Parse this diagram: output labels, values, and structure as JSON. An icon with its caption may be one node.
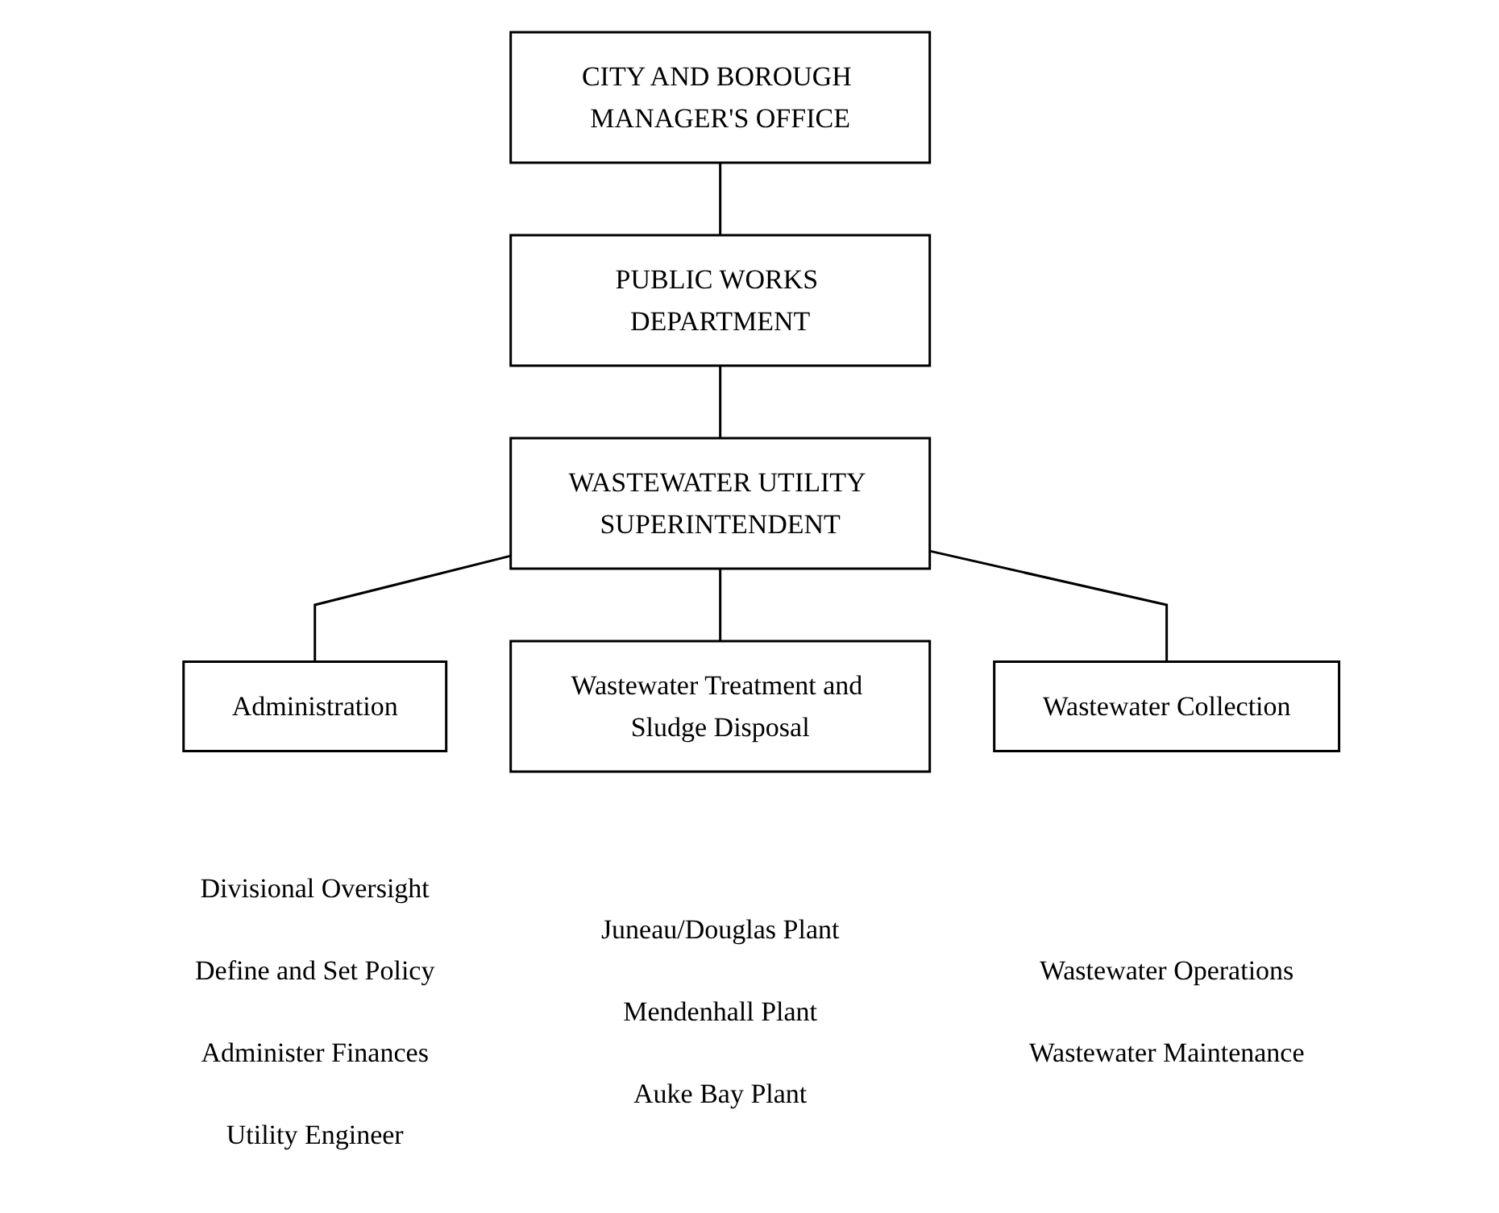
{
  "diagram": {
    "nodes": [
      {
        "text": [
          "CITY AND BOROUGH MANAGER'S OFFICE"
        ]
      },
      {
        "text": [
          "PUBLIC WORKS DEPARTMENT"
        ]
      },
      {
        "text": [
          "WASTEWATER UTILITY SUPERINTENDENT"
        ]
      },
      {
        "text": [
          "Administration"
        ],
        "beside": [
          "Divisional Oversight",
          "Define and Set Policy",
          "Administer Finances",
          "Utility Engineer"
        ]
      },
      {
        "text": [
          "Wastewater Treatment and Sludge Disposal"
        ],
        "beside": [
          "Juneau/Douglas Plant",
          "Mendenhall Plant",
          "Auke Bay Plant"
        ]
      },
      {
        "text": [
          "Wastewater Collection"
        ],
        "beside": [
          "Wastewater Operations",
          "Wastewater Maintenance"
        ]
      }
    ],
    "edges": [
      {
        "from": 0,
        "to": 1,
        "arrow": "none"
      },
      {
        "from": 1,
        "to": 2,
        "arrow": "none"
      },
      {
        "from": 2,
        "to": 3,
        "arrow": "none"
      },
      {
        "from": 2,
        "to": 4,
        "arrow": "none"
      },
      {
        "from": 2,
        "to": 5,
        "arrow": "none"
      }
    ]
  }
}
